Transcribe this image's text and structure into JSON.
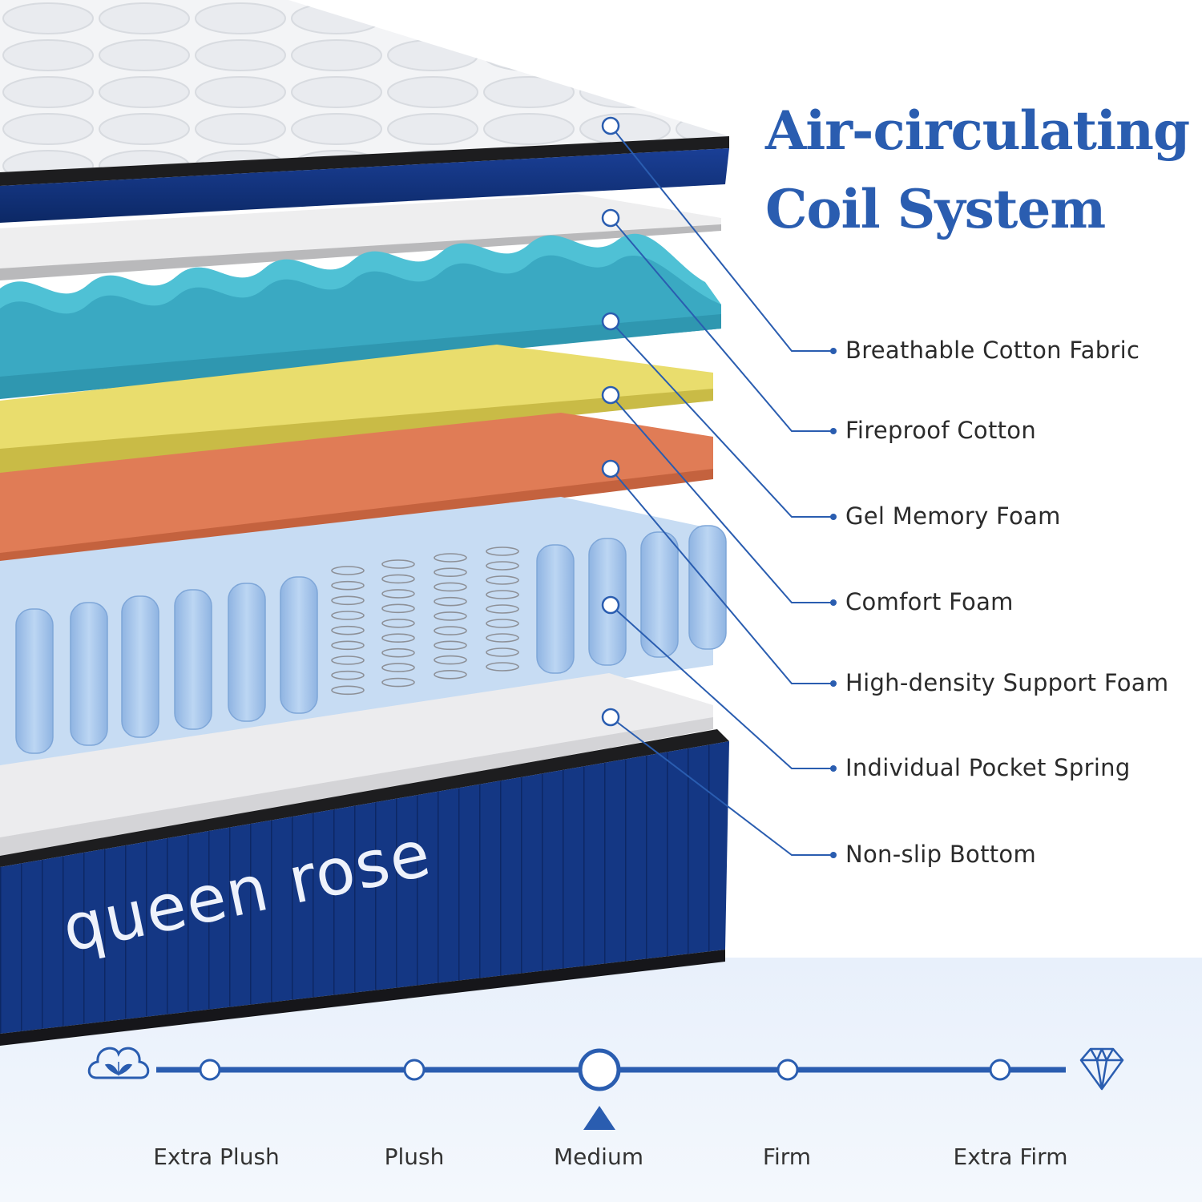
{
  "title": {
    "line1": "Air-circulating",
    "line2": "Coil System"
  },
  "layers": [
    {
      "name": "Breathable Cotton Fabric"
    },
    {
      "name": "Fireproof Cotton"
    },
    {
      "name": "Gel Memory Foam"
    },
    {
      "name": "Comfort Foam"
    },
    {
      "name": "High-density Support Foam"
    },
    {
      "name": "Individual Pocket Spring"
    },
    {
      "name": "Non-slip Bottom"
    }
  ],
  "brand": "queen rose",
  "firmness": {
    "levels": [
      "Extra Plush",
      "Plush",
      "Medium",
      "Firm",
      "Extra Firm"
    ],
    "selected": "Medium",
    "left_icon": "cotton-icon",
    "right_icon": "diamond-icon"
  },
  "colors": {
    "accent": "#2a5db0",
    "navy": "#0f2f7a",
    "gel": "#4fc1d5",
    "comfort": "#e9dd6d",
    "support": "#e07c56",
    "spring": "#a9c9ee"
  }
}
